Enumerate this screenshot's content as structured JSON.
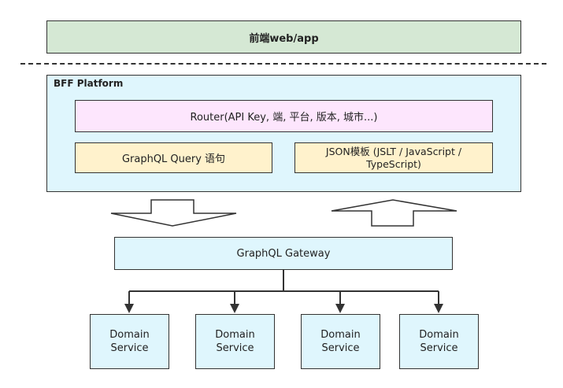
{
  "frontend": {
    "label": "前端web/app"
  },
  "bff": {
    "title": "BFF Platform",
    "router": "Router(API Key, 端, 平台, 版本, 城市...)",
    "graphql_query": "GraphQL Query 语句",
    "json_template": {
      "line1": "JSON模板 (JSLT / JavaScript /",
      "line2": "TypeScript)"
    }
  },
  "gateway": {
    "label": "GraphQL Gateway"
  },
  "services": [
    {
      "line1": "Domain",
      "line2": "Service"
    },
    {
      "line1": "Domain",
      "line2": "Service"
    },
    {
      "line1": "Domain",
      "line2": "Service"
    },
    {
      "line1": "Domain",
      "line2": "Service"
    }
  ],
  "colors": {
    "frontend_fill": "#d5e8d4",
    "bff_fill": "#dff6fd",
    "router_fill": "#fde6fd",
    "template_fill": "#fff2cc",
    "stroke": "#333333"
  }
}
